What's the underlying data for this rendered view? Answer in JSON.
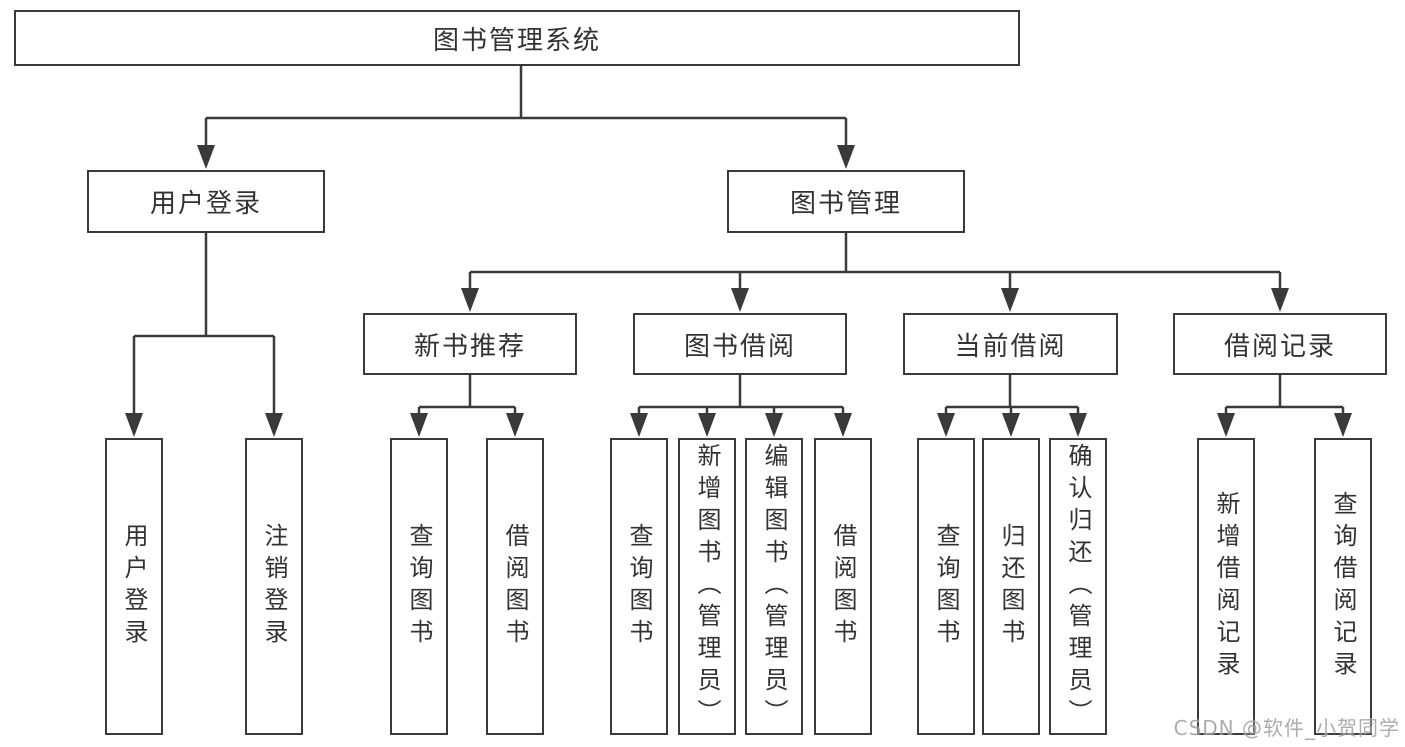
{
  "diagram": {
    "title": "图书管理系统",
    "branches": [
      {
        "label": "用户登录",
        "children": [
          "用户登录",
          "注销登录"
        ]
      },
      {
        "label": "图书管理",
        "groups": [
          {
            "label": "新书推荐",
            "children": [
              "查询图书",
              "借阅图书"
            ]
          },
          {
            "label": "图书借阅",
            "children": [
              "查询图书",
              "新增图书（管理员）",
              "编辑图书（管理员）",
              "借阅图书"
            ]
          },
          {
            "label": "当前借阅",
            "children": [
              "查询图书",
              "归还图书",
              "确认归还（管理员）"
            ]
          },
          {
            "label": "借阅记录",
            "children": [
              "新增借阅记录",
              "查询借阅记录"
            ]
          }
        ]
      }
    ]
  },
  "colors": {
    "line": "#3a3a3a",
    "text": "#333333",
    "watermark": "#9e9e9e"
  },
  "watermark": "CSDN @软件_小贺同学"
}
